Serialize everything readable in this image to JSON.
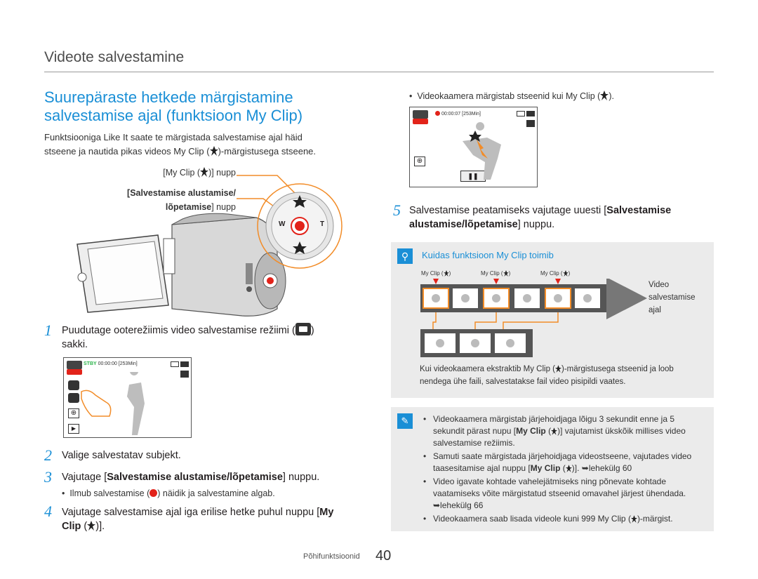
{
  "section_title": "Videote salvestamine",
  "heading_line1": "Suurepäraste hetkede märgistamine",
  "heading_line2": "salvestamise ajal (funktsioon My Clip)",
  "intro_line1": "Funktsiooniga Like It saate te märgistada salvestamise ajal häid",
  "intro_line2_a": "stseene ja nautida pikas videos My Clip (",
  "intro_line2_b": ")-märgistusega stseene.",
  "callout_myclip_a": "[My Clip (",
  "callout_myclip_b": ")] nupp",
  "callout_rec_line1": "[Salvestamise alustamise/",
  "callout_rec_line2_bold": "lõpetamise",
  "callout_rec_line2_rest": "] nupp",
  "dial_w": "W",
  "dial_t": "T",
  "step1_num": "1",
  "step1_line1_a": "Puudutage ooterežiimis video salvestamise režiimi (",
  "step1_line1_b": ")",
  "step1_line2": "sakki.",
  "screen1_status": "STBY",
  "screen1_time": "00:00:00",
  "screen1_remaining": "[253Min]",
  "step2_num": "2",
  "step2_text": "Valige salvestatav subjekt.",
  "step3_num": "3",
  "step3_text_a": "Vajutage [",
  "step3_text_bold": "Salvestamise alustamise/lõpetamise",
  "step3_text_b": "] nuppu.",
  "step3_bullet_a": "Ilmub salvestamise (",
  "step3_bullet_b": ") näidik ja salvestamine algab.",
  "step4_num": "4",
  "step4_line1_a": "Vajutage salvestamise ajal iga erilise hetke puhul nuppu [",
  "step4_line1_bold": "My",
  "step4_line2_bold": "Clip",
  "step4_line2_a": " (",
  "step4_line2_b": ")].",
  "right_bullet_a": "Videokaamera märgistab stseenid kui My Clip (",
  "right_bullet_b": ").",
  "screen2_time": "00:00:07",
  "screen2_remaining": "[253Min]",
  "step5_num": "5",
  "step5_line1_a": "Salvestamise peatamiseks vajutage uuesti [",
  "step5_line1_bold": "Salvestamise",
  "step5_line2_bold": "alustamise/lõpetamise",
  "step5_line2_rest": "] nuppu.",
  "tip_title": "Kuidas funktsioon My Clip toimib",
  "tip_clip_labels": [
    "My Clip (",
    "My Clip (",
    "My Clip ("
  ],
  "tip_clip_label_end": ")",
  "tip_arrow_line1": "Video",
  "tip_arrow_line2": "salvestamise",
  "tip_arrow_line3": "ajal",
  "tip_caption_line1_a": "Kui videokaamera ekstraktib My Clip (",
  "tip_caption_line1_b": ")-märgistusega stseenid ja loob",
  "tip_caption_line2": "nendega ühe faili, salvestatakse fail video pisipildi vaates.",
  "notes": {
    "n1_line1": "Videokaamera märgistab järjehoidjaga lõigu 3 sekundit enne ja 5",
    "n1_line2_a": "sekundit pärast nupu [",
    "n1_line2_bold": "My Clip",
    "n1_line2_b": " (",
    "n1_line2_c": ")] vajutamist ükskõik millises video",
    "n1_line3": "salvestamise režiimis.",
    "n2_line1": "Samuti saate märgistada järjehoidjaga videostseene, vajutades video",
    "n2_line2_a": "taasesitamise ajal nuppu [",
    "n2_line2_bold": "My Clip",
    "n2_line2_b": " (",
    "n2_line2_c": ")]. ➥lehekülg 60",
    "n3_line1": "Video igavate kohtade vahelejätmiseks ning põnevate kohtade",
    "n3_line2": "vaatamiseks võite märgistatud stseenid omavahel järjest ühendada.",
    "n3_line3": "➥lehekülg 66",
    "n4_a": "Videokaamera saab lisada videole kuni 999 My Clip (",
    "n4_b": ")-märgist."
  },
  "footer_label": "Põhifunktsioonid",
  "footer_page": "40",
  "colors": {
    "accent": "#1a8fd6",
    "orange": "#f28c28",
    "record": "#e2231a",
    "box": "#ebebeb"
  },
  "icons": [
    "my-clip-icon",
    "video-camera-icon",
    "record-icon",
    "zoom-icon",
    "play-icon",
    "pause-icon",
    "search-tip-icon",
    "note-pencil-icon",
    "battery-icon",
    "camera-icon"
  ]
}
